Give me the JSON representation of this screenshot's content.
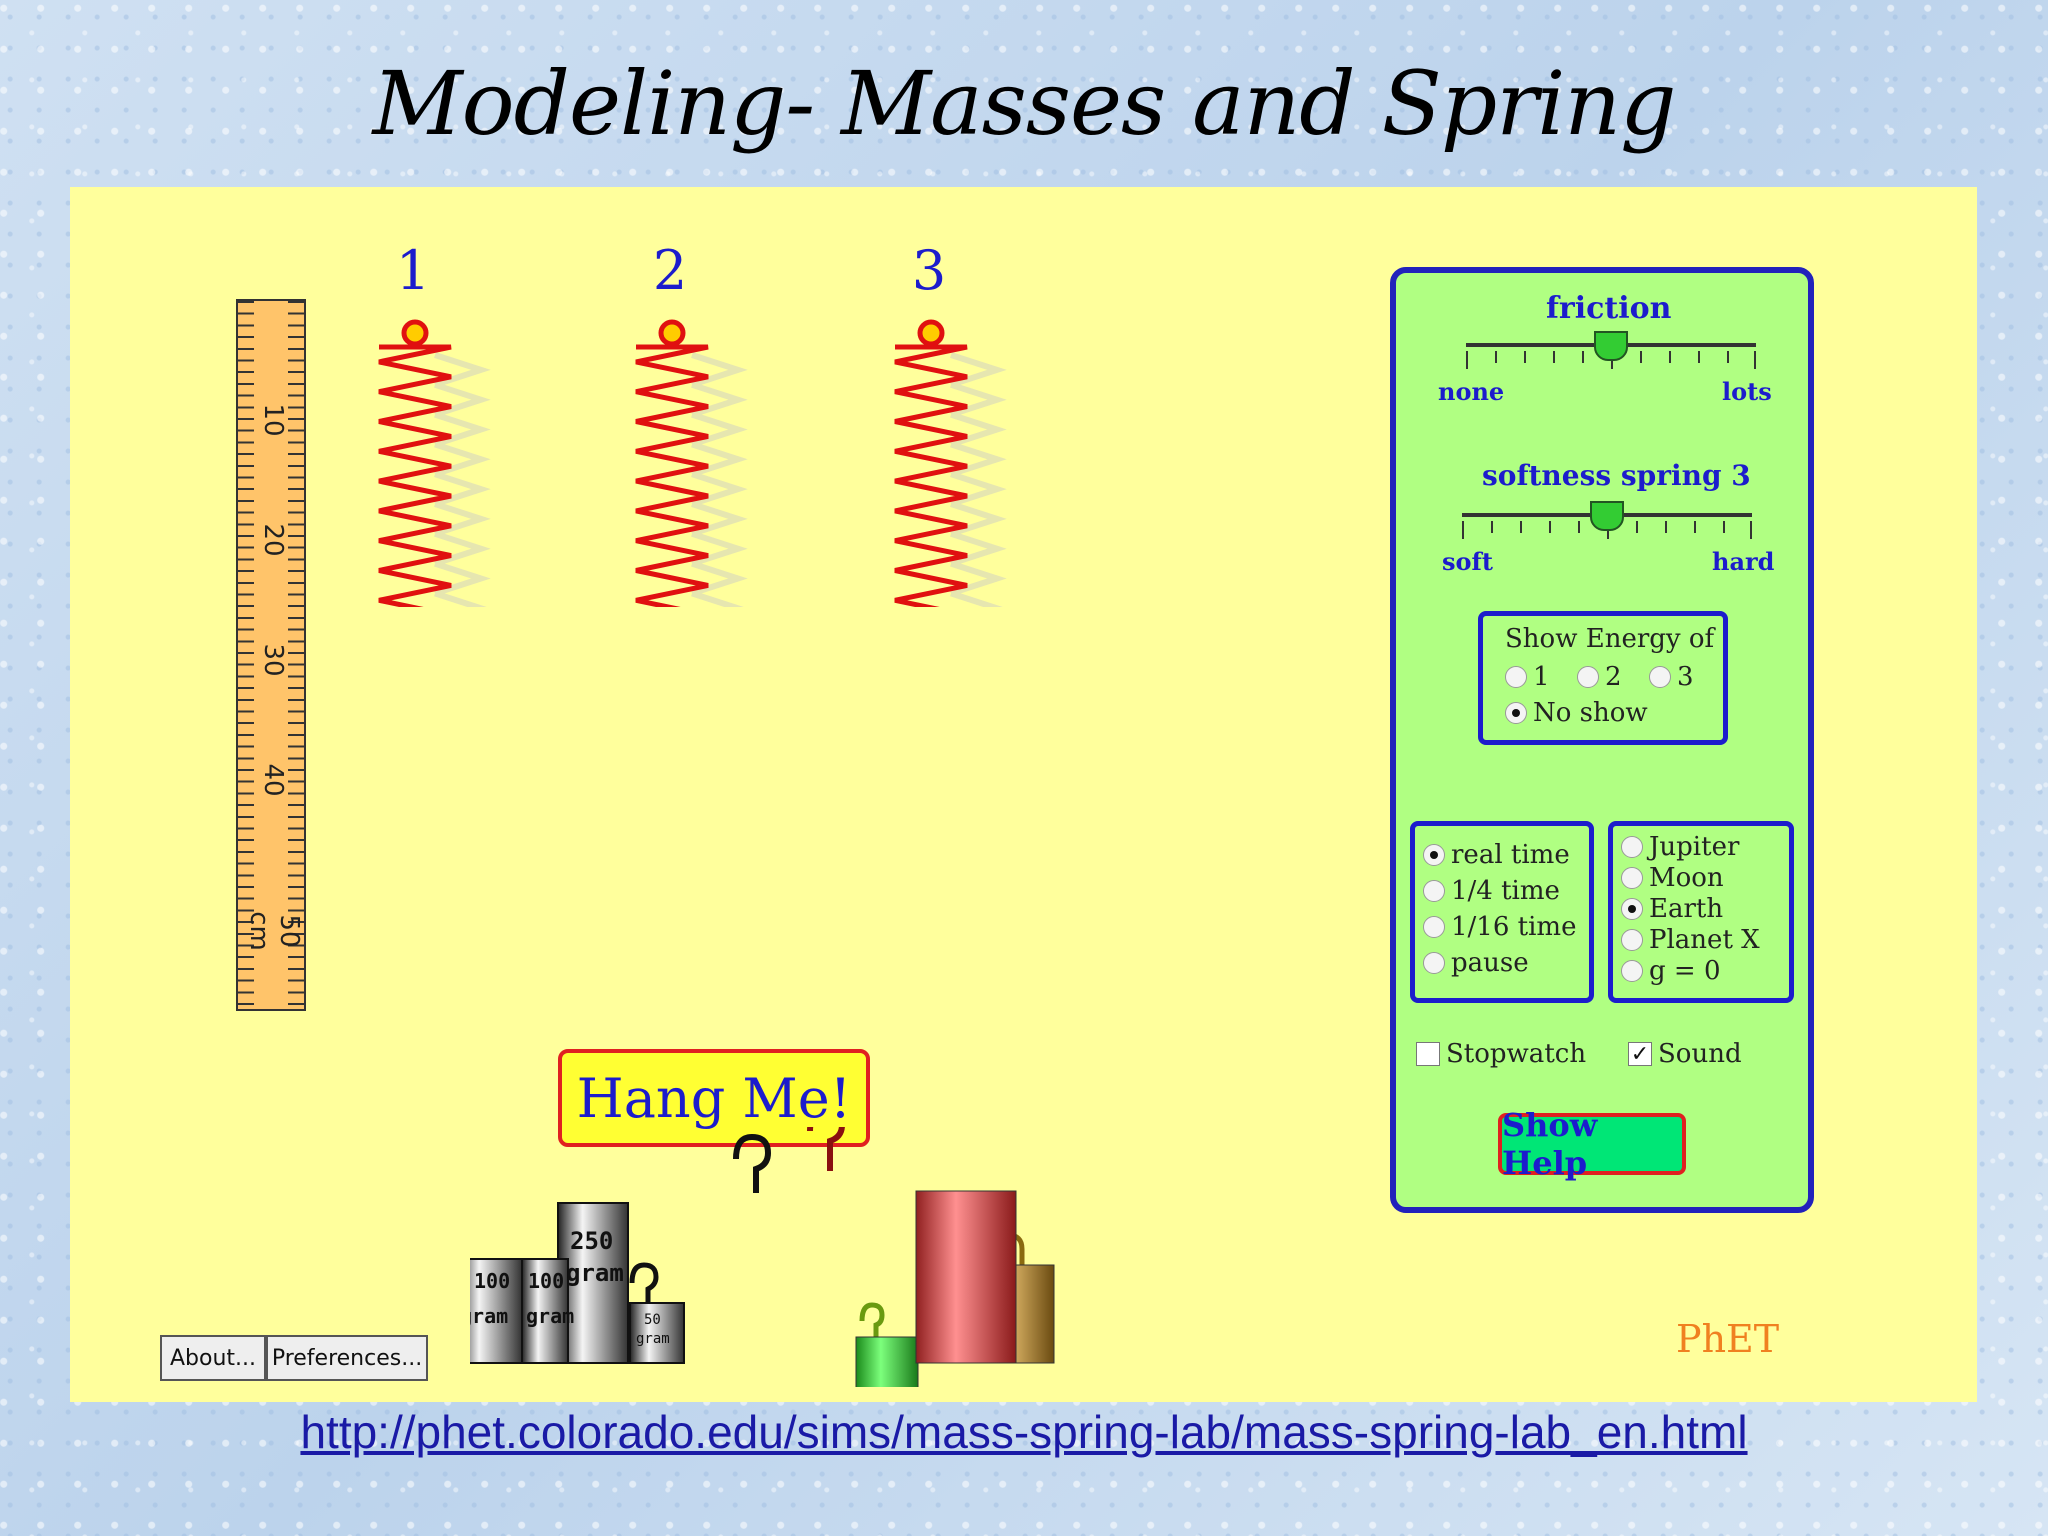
{
  "slide": {
    "title": "Modeling- Masses and Spring",
    "url": "http://phet.colorado.edu/sims/mass-spring-lab/mass-spring-lab_en.html"
  },
  "ruler": {
    "marks": [
      "10",
      "20",
      "30",
      "40",
      "50 cm"
    ]
  },
  "springs": {
    "labels": [
      "1",
      "2",
      "3"
    ],
    "color": "#e01010"
  },
  "controls": {
    "friction": {
      "label": "friction",
      "min_label": "none",
      "max_label": "lots",
      "level": 0.5
    },
    "softness": {
      "label": "softness spring 3",
      "min_label": "soft",
      "max_label": "hard",
      "level": 0.5
    },
    "energy": {
      "title": "Show Energy of",
      "options": [
        "1",
        "2",
        "3",
        "No show"
      ],
      "selected": "No show"
    },
    "time": {
      "options": [
        "real time",
        "1/4 time",
        "1/16 time",
        "pause"
      ],
      "selected": "real time"
    },
    "gravity": {
      "options": [
        "Jupiter",
        "Moon",
        "Earth",
        "Planet X",
        "g = 0"
      ],
      "selected": "Earth"
    },
    "stopwatch": {
      "label": "Stopwatch",
      "checked": false
    },
    "sound": {
      "label": "Sound",
      "checked": true
    },
    "help_button": "Show Help"
  },
  "hang_me": "Hang Me!",
  "masses": {
    "labels": [
      {
        "top": "100",
        "bottom": "gram"
      },
      {
        "top": "100",
        "bottom": "gram"
      },
      {
        "top": "250",
        "bottom": "gram"
      },
      {
        "top": "50",
        "bottom": "gram"
      }
    ],
    "colors": [
      "#3cd23c",
      "#e04848",
      "#c89b3a"
    ]
  },
  "buttons": {
    "about": "About...",
    "preferences": "Preferences..."
  },
  "brand": "PhET"
}
